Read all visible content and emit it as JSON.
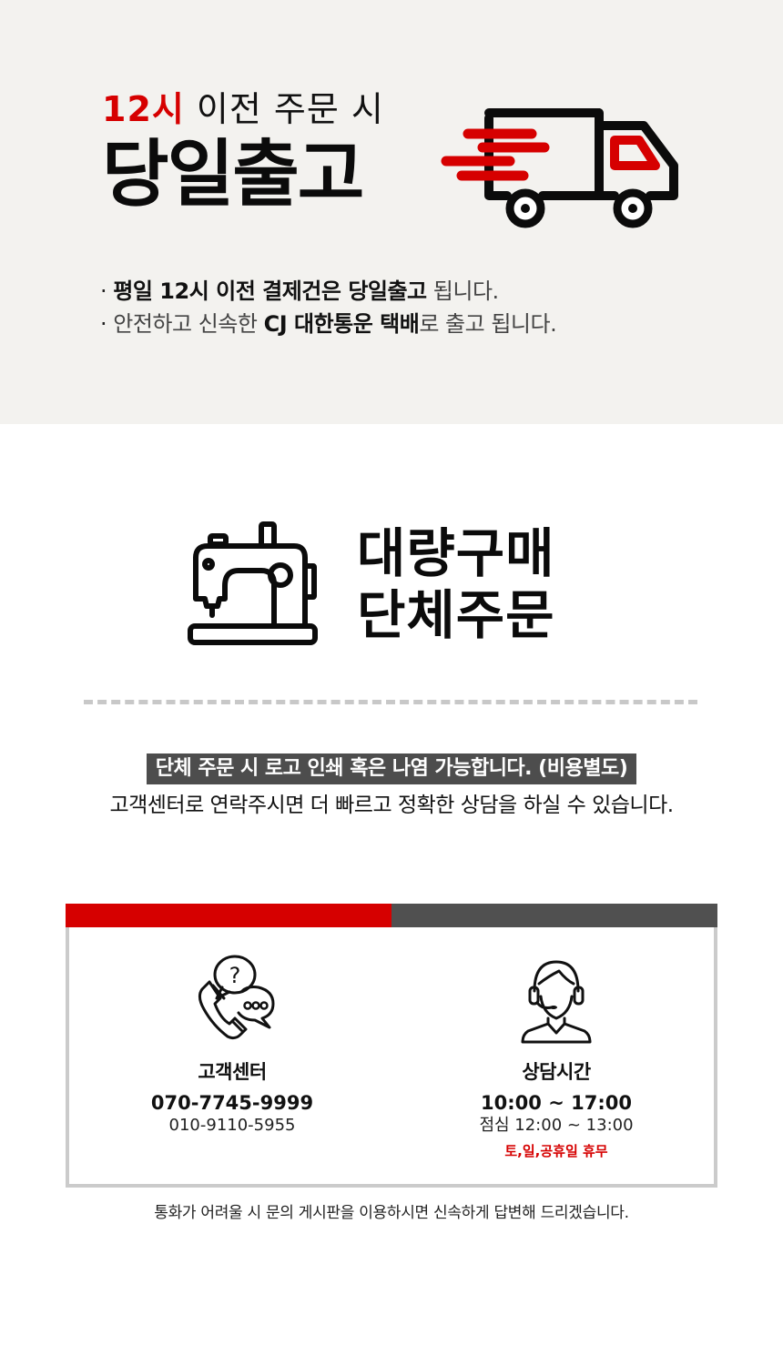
{
  "shipping": {
    "headline_accent": "12시",
    "headline_rest": " 이전 주문 시",
    "headline_big": "당일출고",
    "notes": [
      {
        "bullet": "·",
        "bold": "평일 12시 이전 결제건은 당일출고",
        "rest": " 됩니다."
      },
      {
        "bullet": "·",
        "pre": " 안전하고 신속한 ",
        "bold": "CJ 대한통운 택배",
        "rest": "로 출고 됩니다."
      }
    ],
    "icon": "delivery-truck-icon",
    "colors": {
      "background": "#f3f2ef",
      "accent": "#d60000"
    }
  },
  "bulk": {
    "title_line1": "대량구매",
    "title_line2": "단체주문",
    "icon": "sewing-machine-icon",
    "highlight": "단체 주문 시 로고 인쇄 혹은 나염 가능합니다. (비용별도)",
    "description": "고객센터로 연락주시면 더 빠르고 정확한 상담을 하실 수 있습니다."
  },
  "contact": {
    "bar_colors": {
      "left": "#d60000",
      "right": "#505050"
    },
    "customer_center": {
      "icon": "phone-chat-icon",
      "label": "고객센터",
      "phone_main": "070-7745-9999",
      "phone_sub": "010-9110-5955"
    },
    "hours": {
      "icon": "headset-agent-icon",
      "label": "상담시간",
      "time_main": "10:00 ~ 17:00",
      "lunch": "점심 12:00 ~ 13:00",
      "closed": "토,일,공휴일 휴무"
    },
    "footer_note": "통화가 어려울 시 문의 게시판을 이용하시면 신속하게 답변해 드리겠습니다."
  }
}
